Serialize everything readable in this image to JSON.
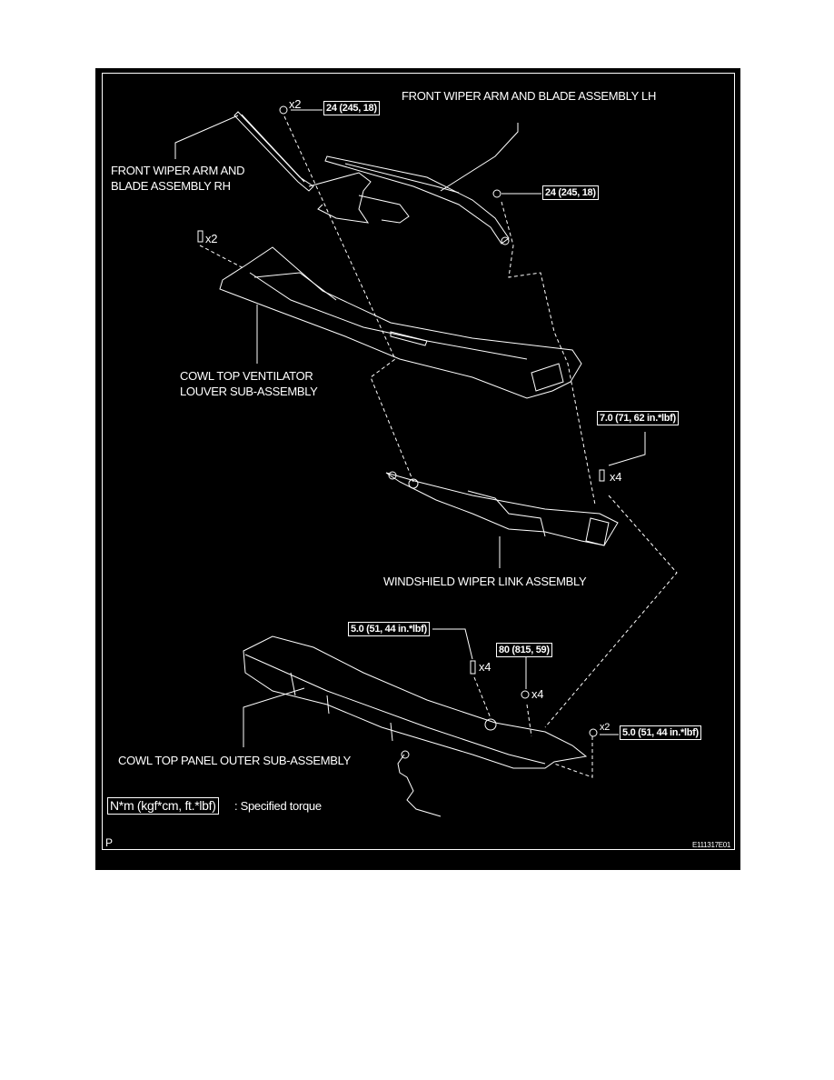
{
  "labels": {
    "wiper_lh": "FRONT WIPER ARM AND BLADE ASSEMBLY LH",
    "wiper_rh_line1": "FRONT WIPER ARM AND",
    "wiper_rh_line2": "BLADE ASSEMBLY RH",
    "louver_line1": "COWL TOP VENTILATOR",
    "louver_line2": "LOUVER SUB-ASSEMBLY",
    "link": "WINDSHIELD WIPER LINK ASSEMBLY",
    "outer_panel": "COWL TOP PANEL OUTER SUB-ASSEMBLY"
  },
  "torques": {
    "wiper_nut_rh": "24 (245, 18)",
    "wiper_nut_lh": "24 (245, 18)",
    "link_bolt": "7.0 (71, 62 in.*lbf)",
    "panel_bolt": "5.0 (51, 44 in.*lbf)",
    "panel_nut": "80 (815, 59)",
    "panel_side_nut": "5.0 (51, 44 in.*lbf)"
  },
  "quantities": {
    "wiper_nut": "x2",
    "clip": "x2",
    "link_bolt": "x4",
    "panel_bolt": "x4",
    "panel_nut": "x4",
    "side_nut": "x2"
  },
  "legend": {
    "unit": "N*m (kgf*cm, ft.*lbf)",
    "text": ": Specified torque"
  },
  "footer": {
    "page_code": "P",
    "figure_id": "E111317E01"
  }
}
